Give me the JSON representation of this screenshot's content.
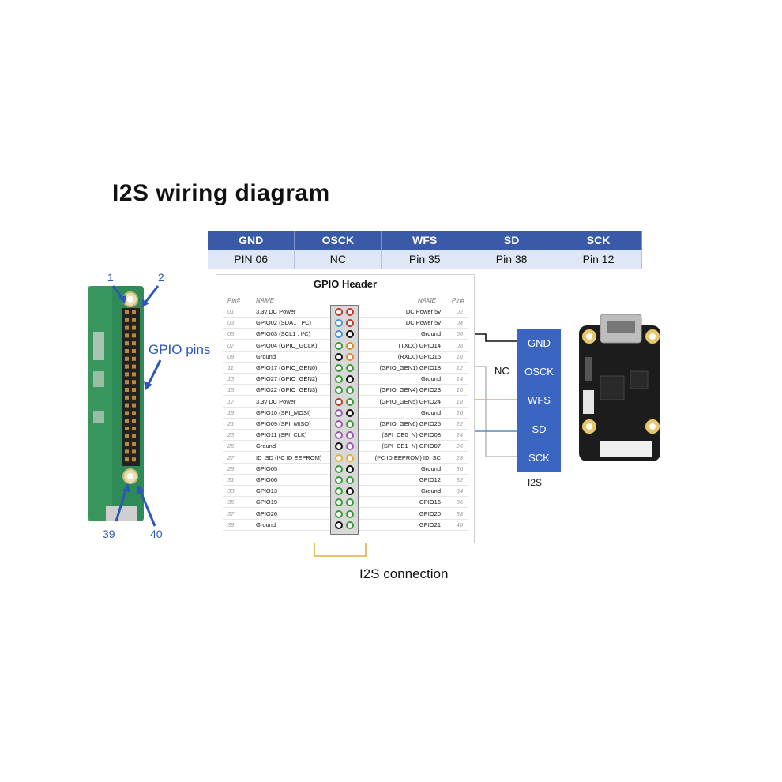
{
  "title": "I2S wiring diagram",
  "pin_table": {
    "headers": [
      "GND",
      "OSCK",
      "WFS",
      "SD",
      "SCK"
    ],
    "values": [
      "PIN 06",
      "NC",
      "Pin 35",
      "Pin 38",
      "Pin 12"
    ]
  },
  "gpio_header": {
    "title": "GPIO Header",
    "col_pin_left": "Pin#",
    "col_name_left": "NAME",
    "col_name_right": "NAME",
    "col_pin_right": "Pin#",
    "rows": [
      {
        "pl": "01",
        "nl": "3.3v DC Power",
        "nr": "DC Power 5v",
        "pr": "02",
        "cl": "#c0392b",
        "cr": "#c0392b"
      },
      {
        "pl": "03",
        "nl": "GPIO02 (SDA1 , I²C)",
        "nr": "DC Power 5v",
        "pr": "04",
        "cl": "#4a90d9",
        "cr": "#c0392b"
      },
      {
        "pl": "05",
        "nl": "GPIO03 (SCL1 , I²C)",
        "nr": "Ground",
        "pr": "06",
        "cl": "#4a90d9",
        "cr": "#111111"
      },
      {
        "pl": "07",
        "nl": "GPIO04 (GPIO_GCLK)",
        "nr": "(TXD0) GPIO14",
        "pr": "08",
        "cl": "#3a9a3a",
        "cr": "#e08a2a"
      },
      {
        "pl": "09",
        "nl": "Ground",
        "nr": "(RXD0) GPIO15",
        "pr": "10",
        "cl": "#111111",
        "cr": "#e08a2a"
      },
      {
        "pl": "11",
        "nl": "GPIO17 (GPIO_GEN0)",
        "nr": "(GPIO_GEN1) GPIO18",
        "pr": "12",
        "cl": "#3a9a3a",
        "cr": "#3a9a3a"
      },
      {
        "pl": "13",
        "nl": "GPIO27 (GPIO_GEN2)",
        "nr": "Ground",
        "pr": "14",
        "cl": "#3a9a3a",
        "cr": "#111111"
      },
      {
        "pl": "15",
        "nl": "GPIO22 (GPIO_GEN3)",
        "nr": "(GPIO_GEN4) GPIO23",
        "pr": "16",
        "cl": "#3a9a3a",
        "cr": "#3a9a3a"
      },
      {
        "pl": "17",
        "nl": "3.3v DC Power",
        "nr": "(GPIO_GEN5) GPIO24",
        "pr": "18",
        "cl": "#c0392b",
        "cr": "#3a9a3a"
      },
      {
        "pl": "19",
        "nl": "GPIO10 (SPI_MOSI)",
        "nr": "Ground",
        "pr": "20",
        "cl": "#9b59b6",
        "cr": "#111111"
      },
      {
        "pl": "21",
        "nl": "GPIO09 (SPI_MISO)",
        "nr": "(GPIO_GEN6) GPIO25",
        "pr": "22",
        "cl": "#9b59b6",
        "cr": "#3a9a3a"
      },
      {
        "pl": "23",
        "nl": "GPIO11 (SPI_CLK)",
        "nr": "(SPI_CE0_N) GPIO08",
        "pr": "24",
        "cl": "#9b59b6",
        "cr": "#9b59b6"
      },
      {
        "pl": "25",
        "nl": "Ground",
        "nr": "(SPI_CE1_N) GPIO07",
        "pr": "26",
        "cl": "#111111",
        "cr": "#9b59b6"
      },
      {
        "pl": "27",
        "nl": "ID_SD (I²C ID EEPROM)",
        "nr": "(I²C ID EEPROM) ID_SC",
        "pr": "28",
        "cl": "#e0b03a",
        "cr": "#e0b03a"
      },
      {
        "pl": "29",
        "nl": "GPIO05",
        "nr": "Ground",
        "pr": "30",
        "cl": "#3a9a3a",
        "cr": "#111111"
      },
      {
        "pl": "31",
        "nl": "GPIO06",
        "nr": "GPIO12",
        "pr": "32",
        "cl": "#3a9a3a",
        "cr": "#3a9a3a"
      },
      {
        "pl": "33",
        "nl": "GPIO13",
        "nr": "Ground",
        "pr": "34",
        "cl": "#3a9a3a",
        "cr": "#111111"
      },
      {
        "pl": "35",
        "nl": "GPIO19",
        "nr": "GPIO16",
        "pr": "36",
        "cl": "#3a9a3a",
        "cr": "#3a9a3a"
      },
      {
        "pl": "37",
        "nl": "GPIO26",
        "nr": "GPIO20",
        "pr": "38",
        "cl": "#3a9a3a",
        "cr": "#3a9a3a"
      },
      {
        "pl": "39",
        "nl": "Ground",
        "nr": "GPIO21",
        "pr": "40",
        "cl": "#111111",
        "cr": "#3a9a3a"
      }
    ]
  },
  "i2s_module": {
    "pins": [
      "GND",
      "OSCK",
      "WFS",
      "SD",
      "SCK"
    ],
    "caption": "I2S",
    "nc_label": "NC"
  },
  "pi_board": {
    "gpio_pins_label": "GPIO pins",
    "pin_1": "1",
    "pin_2": "2",
    "pin_39": "39",
    "pin_40": "40"
  },
  "footer_label": "I2S connection",
  "colors": {
    "table_header": "#3a5aa8",
    "module_blue": "#3a66c2",
    "wire_gnd": "#111111",
    "wire_sck": "#bbbbbb",
    "wire_wfs": "#e0b040",
    "wire_sd": "#5b86c4",
    "pcb_green": "#2e8b57"
  }
}
